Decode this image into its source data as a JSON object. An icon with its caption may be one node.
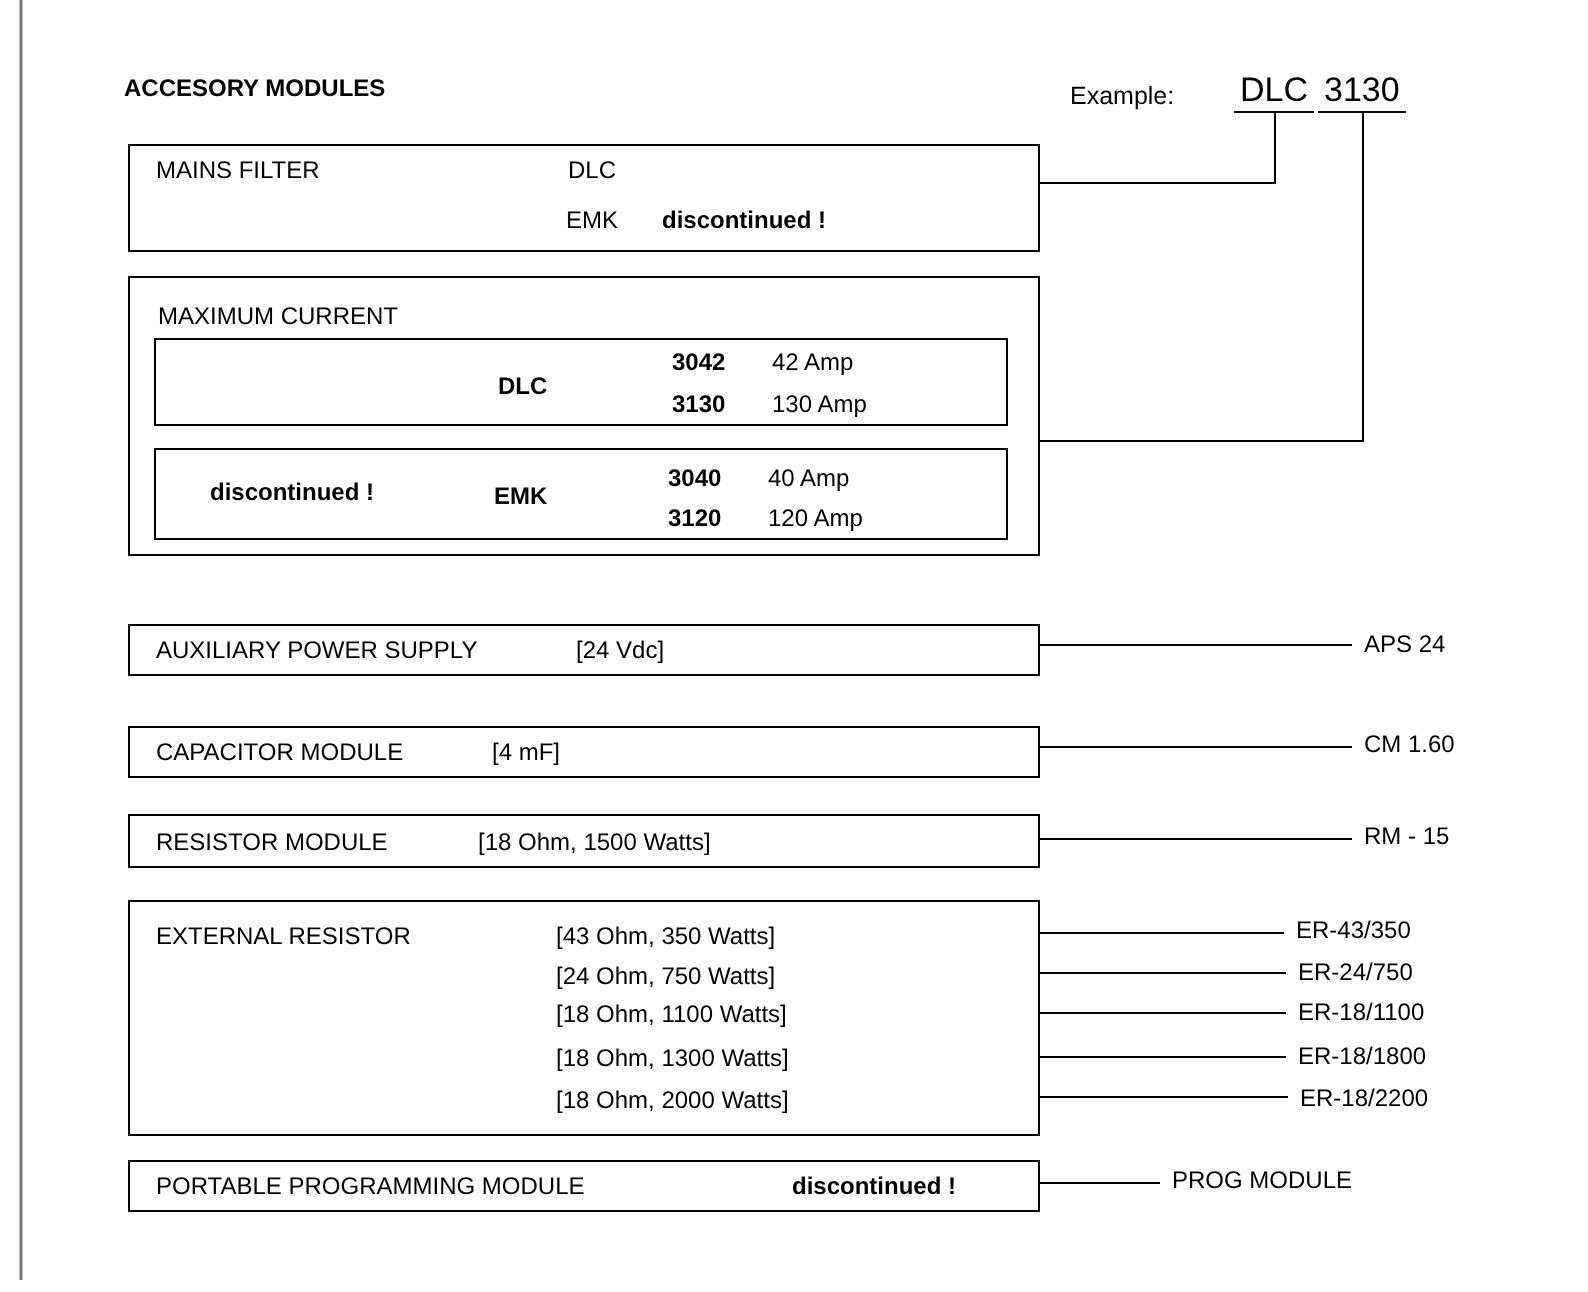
{
  "diagram": {
    "title": "ACCESORY MODULES",
    "nodes": [
      {
        "text": [
          "DLC"
        ]
      },
      {
        "text": [
          "3130"
        ]
      },
      {
        "text": [
          "MAINS FILTER",
          "DLC",
          "EMK",
          "discontinued !"
        ]
      },
      {
        "text": [
          "MAXIMUM CURRENT"
        ]
      },
      {
        "text": [
          "DLC",
          "3042",
          "42 Amp",
          "3130",
          "130 Amp"
        ],
        "in": 3
      },
      {
        "text": [
          "discontinued !",
          "EMK",
          "3040",
          "40 Amp",
          "3120",
          "120 Amp"
        ],
        "in": 3
      },
      {
        "text": [
          "AUXILIARY POWER SUPPLY",
          "[24 Vdc]"
        ]
      },
      {
        "text": [
          "APS 24"
        ]
      },
      {
        "text": [
          "CAPACITOR MODULE",
          "[4 mF]"
        ]
      },
      {
        "text": [
          "CM 1.60"
        ]
      },
      {
        "text": [
          "RESISTOR MODULE",
          "[18 Ohm, 1500 Watts]"
        ]
      },
      {
        "text": [
          "RM - 15"
        ]
      },
      {
        "text": [
          "EXTERNAL RESISTOR",
          "[43 Ohm, 350 Watts]",
          "[24 Ohm, 750 Watts]",
          "[18 Ohm, 1100 Watts]",
          "[18 Ohm, 1300 Watts]",
          "[18 Ohm, 2000 Watts]"
        ]
      },
      {
        "text": [
          "ER-43/350"
        ]
      },
      {
        "text": [
          "ER-24/750"
        ]
      },
      {
        "text": [
          "ER-18/1100"
        ]
      },
      {
        "text": [
          "ER-18/1800"
        ]
      },
      {
        "text": [
          "ER-18/2200"
        ]
      },
      {
        "text": [
          "PORTABLE PROGRAMMING MODULE",
          "discontinued !"
        ]
      },
      {
        "text": [
          "PROG MODULE"
        ]
      }
    ],
    "edges": [
      {
        "from": 2,
        "to": 0,
        "arrow": "none"
      },
      {
        "from": 3,
        "to": 1,
        "arrow": "none"
      },
      {
        "from": 6,
        "to": 7,
        "arrow": "none"
      },
      {
        "from": 8,
        "to": 9,
        "arrow": "none"
      },
      {
        "from": 10,
        "to": 11,
        "arrow": "none"
      },
      {
        "from": 12,
        "to": 13,
        "arrow": "none"
      },
      {
        "from": 12,
        "to": 14,
        "arrow": "none"
      },
      {
        "from": 12,
        "to": 15,
        "arrow": "none"
      },
      {
        "from": 12,
        "to": 16,
        "arrow": "none"
      },
      {
        "from": 12,
        "to": 17,
        "arrow": "none"
      },
      {
        "from": 18,
        "to": 19,
        "arrow": "none"
      }
    ],
    "labels": [
      "Example:"
    ]
  }
}
